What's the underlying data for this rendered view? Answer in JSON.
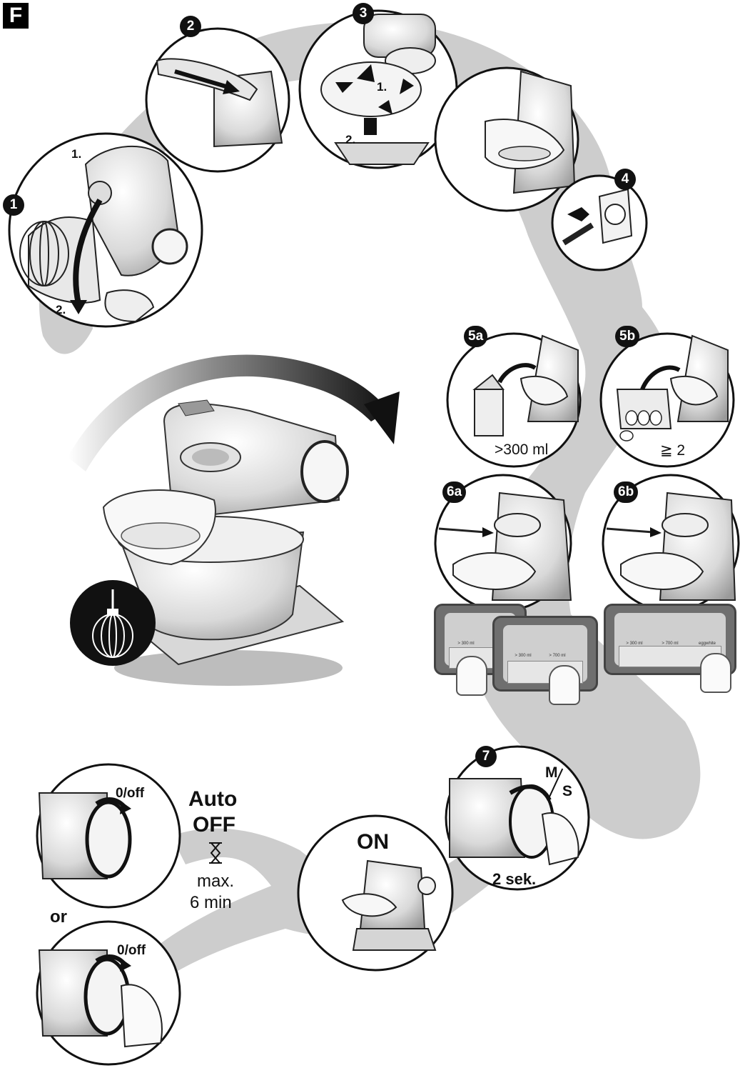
{
  "section": {
    "label": "F"
  },
  "steps": {
    "s1": {
      "badge": "1",
      "sub1": "1.",
      "sub2": "2."
    },
    "s2": {
      "badge": "2"
    },
    "s3": {
      "badge": "3",
      "sub1": "1.",
      "sub2": "2."
    },
    "s4": {
      "badge": "4"
    },
    "s5a": {
      "badge": "5a",
      "caption": ">300 ml"
    },
    "s5b": {
      "badge": "5b",
      "caption": "≧ 2"
    },
    "s6a": {
      "badge": "6a",
      "modes": [
        "> 300 ml",
        "> 300 ml",
        "> 700 ml"
      ]
    },
    "s6b": {
      "badge": "6b",
      "modes": [
        "> 300 ml",
        "> 700 ml",
        "eggwhite"
      ]
    },
    "s7": {
      "badge": "7",
      "mode_top": "M",
      "mode_bottom": "S",
      "hold": "2 sek."
    }
  },
  "on_label": "ON",
  "off": {
    "knob_label_1": "0/off",
    "knob_label_2": "0/off",
    "or_label": "or",
    "auto_line1": "Auto",
    "auto_line2": "OFF",
    "hourglass_icon": "hourglass-icon",
    "max_line1": "max.",
    "max_line2": "6 min"
  },
  "colors": {
    "path_gray": "#c8c8c8",
    "outline": "#1a1a1a",
    "badge": "#111111",
    "accent_arrow": "#222222"
  }
}
